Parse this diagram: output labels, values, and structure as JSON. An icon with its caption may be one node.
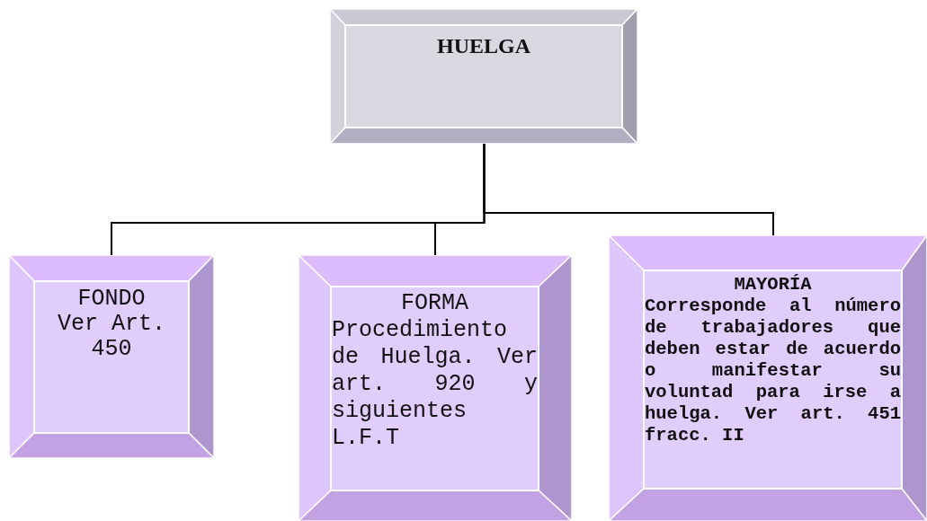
{
  "diagram": {
    "nodes": [
      {
        "text": [
          "HUELGA"
        ]
      },
      {
        "text": [
          "FONDO",
          "Ver Art. 450"
        ]
      },
      {
        "text": [
          "FORMA",
          "Procedimiento de Huelga. Ver art. 920 y siguientes L.F.T"
        ]
      },
      {
        "text": [
          "MAYORÍA",
          "Corresponde al número de trabajadores que deben estar de acuerdo o manifestar su voluntad para irse a huelga. Ver art. 451 fracc. II"
        ]
      }
    ],
    "edges": [
      {
        "from": 0,
        "to": 1,
        "arrow": "none"
      },
      {
        "from": 0,
        "to": 2,
        "arrow": "none"
      },
      {
        "from": 0,
        "to": 3,
        "arrow": "none"
      }
    ]
  }
}
